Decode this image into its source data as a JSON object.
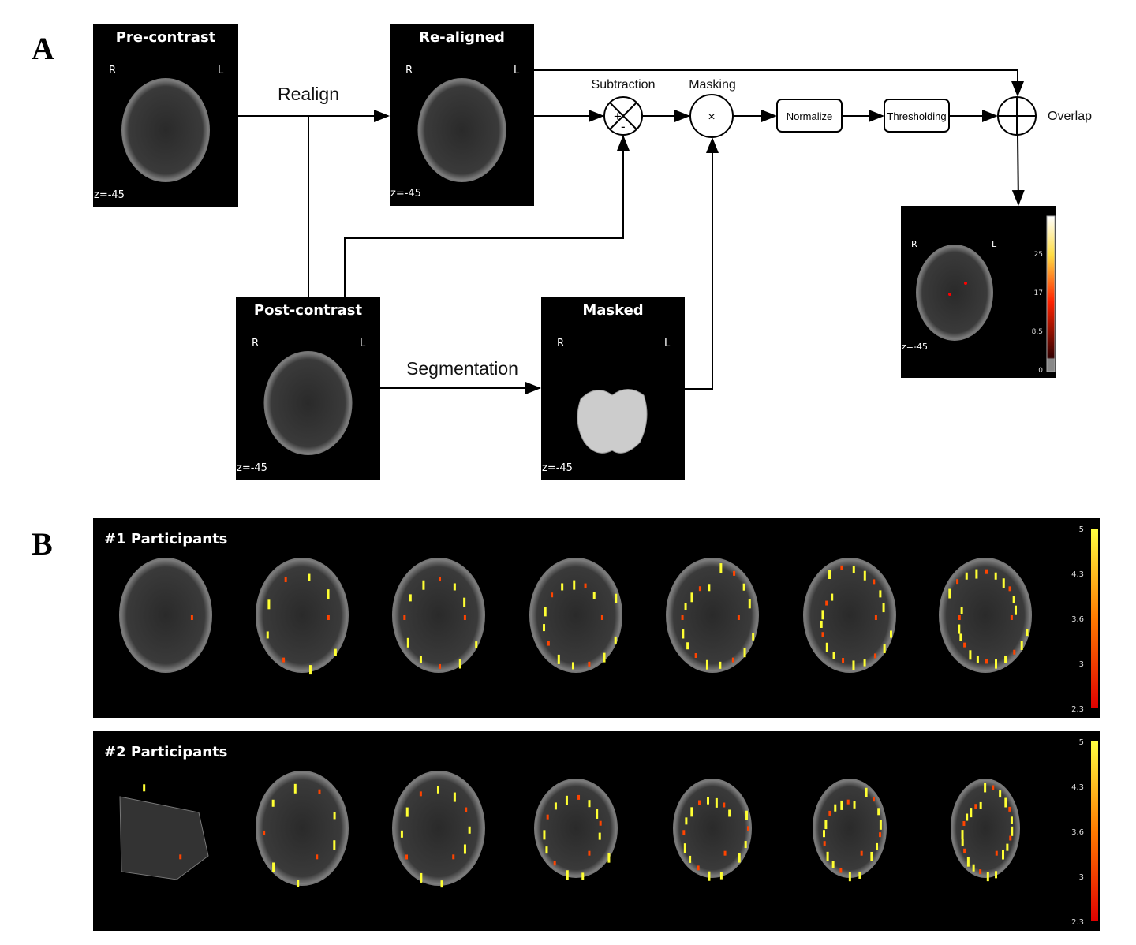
{
  "panel_a": {
    "label": "A",
    "pre_contrast": {
      "title": "Pre-contrast",
      "r": "R",
      "l": "L",
      "z": "z=-45"
    },
    "re_aligned": {
      "title": "Re-aligned",
      "r": "R",
      "l": "L",
      "z": "z=-45"
    },
    "post_contrast": {
      "title": "Post-contrast",
      "r": "R",
      "l": "L",
      "z": "z=-45"
    },
    "masked": {
      "title": "Masked",
      "r": "R",
      "l": "L",
      "z": "z=-45"
    },
    "overlap_result": {
      "r": "R",
      "l": "L",
      "z": "z=-45",
      "colorbar_ticks": [
        "25",
        "17",
        "8.5",
        "0"
      ]
    },
    "steps": {
      "realign": "Realign",
      "segmentation": "Segmentation",
      "subtraction": "Subtraction",
      "masking": "Masking",
      "normalize": "Normalize",
      "thresholding": "Thresholding",
      "overlap": "Overlap",
      "plus": "+",
      "minus": "-",
      "times": "×"
    }
  },
  "panel_b": {
    "label": "B",
    "rows": [
      {
        "title": "#1 Participants",
        "colorbar_ticks": [
          "5",
          "4.3",
          "3.6",
          "3",
          "2.3"
        ],
        "slices": 7
      },
      {
        "title": "#2 Participants",
        "colorbar_ticks": [
          "5",
          "4.3",
          "3.6",
          "3",
          "2.3"
        ],
        "slices": 7
      }
    ]
  },
  "colors": {
    "arrow": "#000",
    "panel_bg": "#000",
    "hot_low": "#ff0000",
    "hot_high": "#ffff55"
  }
}
